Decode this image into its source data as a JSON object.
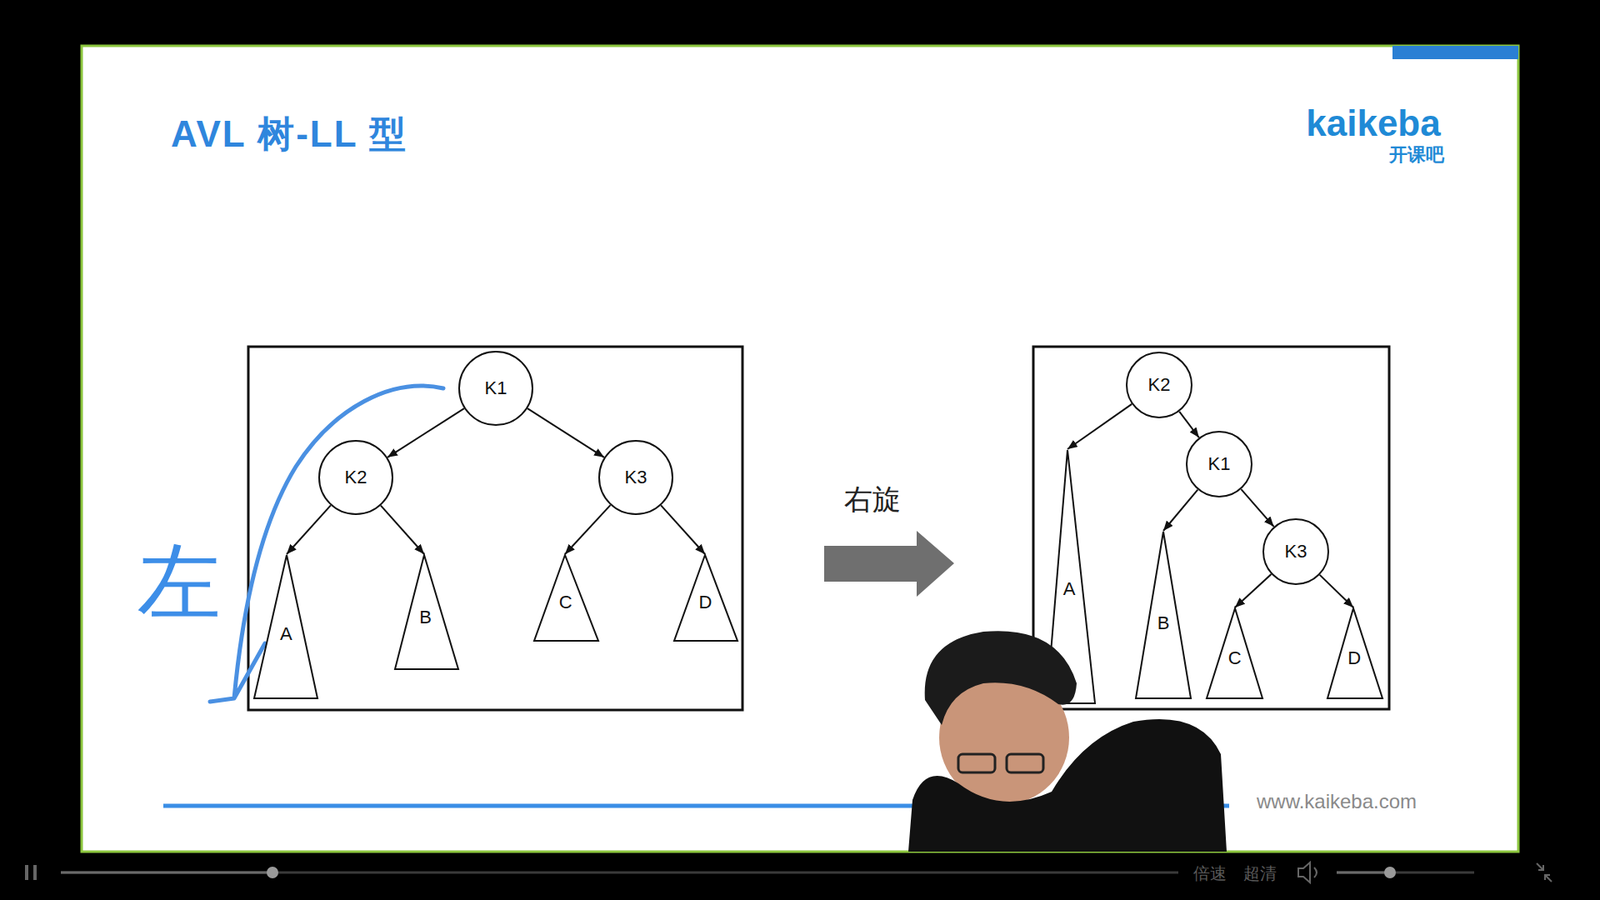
{
  "diagram": {
    "title": "AVL 树-LL 型",
    "nodes": [
      {
        "text": [
          "K1"
        ]
      },
      {
        "text": [
          "K2"
        ]
      },
      {
        "text": [
          "K3"
        ]
      },
      {
        "text": [
          "A"
        ]
      },
      {
        "text": [
          "B"
        ]
      },
      {
        "text": [
          "C"
        ]
      },
      {
        "text": [
          "D"
        ]
      },
      {
        "text": [
          "K2"
        ]
      },
      {
        "text": [
          "K1"
        ]
      },
      {
        "text": [
          "K3"
        ]
      },
      {
        "text": [
          "A"
        ]
      },
      {
        "text": [
          "B"
        ]
      },
      {
        "text": [
          "C"
        ]
      },
      {
        "text": [
          "D"
        ]
      }
    ],
    "edges": [
      {
        "from": 0,
        "to": 1,
        "arrow": "to"
      },
      {
        "from": 0,
        "to": 2,
        "arrow": "to"
      },
      {
        "from": 1,
        "to": 3,
        "arrow": "to"
      },
      {
        "from": 1,
        "to": 4,
        "arrow": "to"
      },
      {
        "from": 2,
        "to": 5,
        "arrow": "to"
      },
      {
        "from": 2,
        "to": 6,
        "arrow": "to"
      },
      {
        "from": 7,
        "to": 10,
        "arrow": "to"
      },
      {
        "from": 7,
        "to": 8,
        "arrow": "to"
      },
      {
        "from": 8,
        "to": 11,
        "arrow": "to"
      },
      {
        "from": 8,
        "to": 9,
        "arrow": "to"
      },
      {
        "from": 9,
        "to": 12,
        "arrow": "to"
      },
      {
        "from": 9,
        "to": 13,
        "arrow": "to"
      }
    ],
    "labels": [
      "左",
      "右旋",
      "kaikeba",
      "开课吧",
      "www.kaikeba.com",
      "倍速",
      "超清"
    ]
  }
}
